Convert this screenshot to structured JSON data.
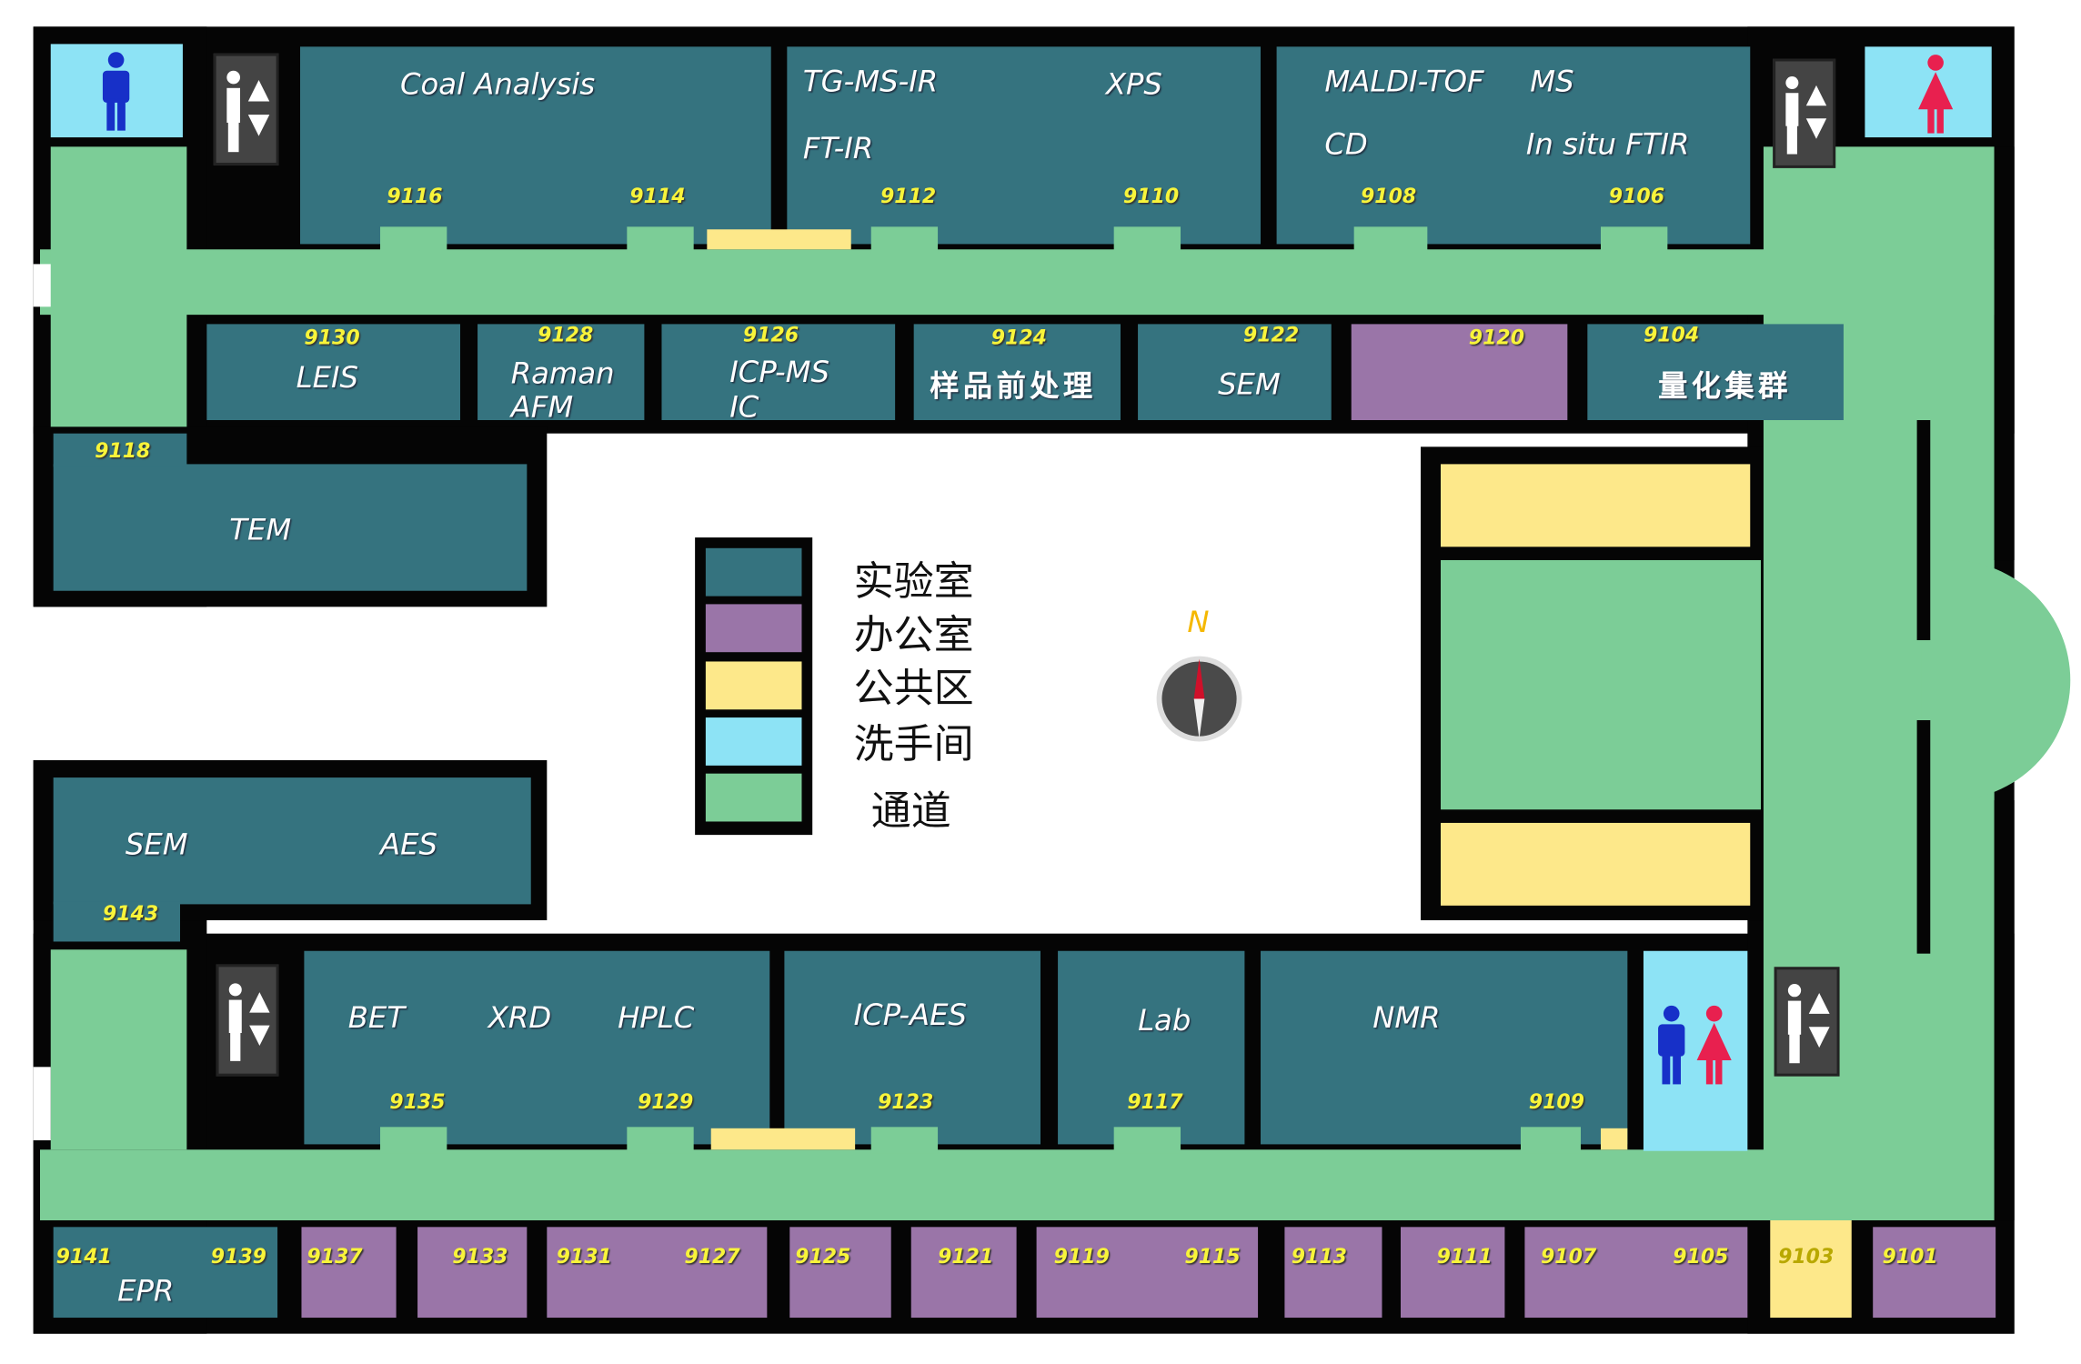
{
  "legend": {
    "items": [
      {
        "label": "实验室",
        "color": "#35737f"
      },
      {
        "label": "办公室",
        "color": "#9a75a8"
      },
      {
        "label": "公共区",
        "color": "#fde88a"
      },
      {
        "label": "洗手间",
        "color": "#8de3f5"
      },
      {
        "label": "通道",
        "color": "#7ccd97"
      }
    ]
  },
  "compass": {
    "north_label": "N"
  },
  "rooms": {
    "coal": "Coal Analysis",
    "tgms": "TG-MS-IR",
    "xps": "XPS",
    "ftir": "FT-IR",
    "maldi": "MALDI-TOF",
    "ms": "MS",
    "cd": "CD",
    "insitu": "In situ FTIR",
    "leis": "LEIS",
    "raman": "Raman",
    "afm": "AFM",
    "icpms": "ICP-MS",
    "ic": "IC",
    "prep": "样品前处理",
    "sem1": "SEM",
    "quant": "量化集群",
    "tem": "TEM",
    "sem2": "SEM",
    "aes": "AES",
    "bet": "BET",
    "xrd": "XRD",
    "hplc": "HPLC",
    "icpaes": "ICP-AES",
    "lab": "Lab",
    "nmr": "NMR",
    "epr": "EPR"
  },
  "numbers": {
    "9116": "9116",
    "9114": "9114",
    "9112": "9112",
    "9110": "9110",
    "9108": "9108",
    "9106": "9106",
    "9130": "9130",
    "9128": "9128",
    "9126": "9126",
    "9124": "9124",
    "9122": "9122",
    "9120": "9120",
    "9104": "9104",
    "9118": "9118",
    "9143": "9143",
    "9135": "9135",
    "9129": "9129",
    "9123": "9123",
    "9117": "9117",
    "9109": "9109",
    "9141": "9141",
    "9139": "9139",
    "9137": "9137",
    "9133": "9133",
    "9131": "9131",
    "9127": "9127",
    "9125": "9125",
    "9121": "9121",
    "9119": "9119",
    "9115": "9115",
    "9113": "9113",
    "9111": "9111",
    "9107": "9107",
    "9105": "9105",
    "9103": "9103",
    "9101": "9101"
  }
}
